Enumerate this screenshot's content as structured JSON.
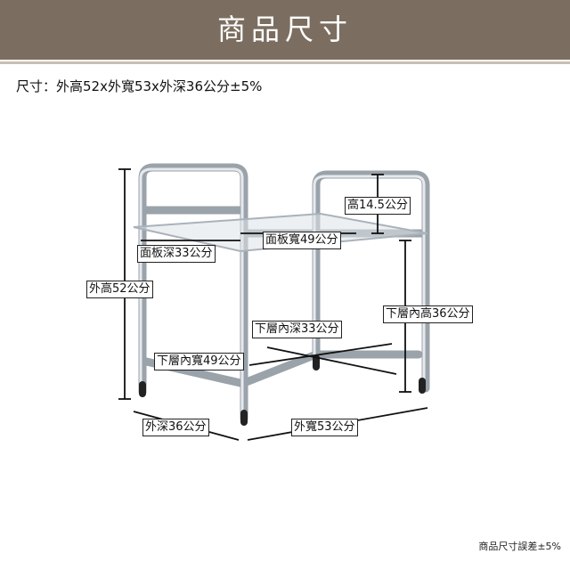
{
  "header": {
    "title": "商品尺寸",
    "bg_color": "#7b6e60"
  },
  "spec_line": "尺寸：外高52x外寬53x外深36公分±5%",
  "labels": {
    "outer_height": "外高52公分",
    "panel_depth": "面板深33公分",
    "panel_width": "面板寬49公分",
    "rail_height": "高14.5公分",
    "lower_inner_height": "下層內高36公分",
    "lower_inner_depth": "下層內深33公分",
    "lower_inner_width": "下層內寬49公分",
    "outer_depth": "外深36公分",
    "outer_width": "外寬53公分"
  },
  "footnote": "商品尺寸誤差±5%"
}
